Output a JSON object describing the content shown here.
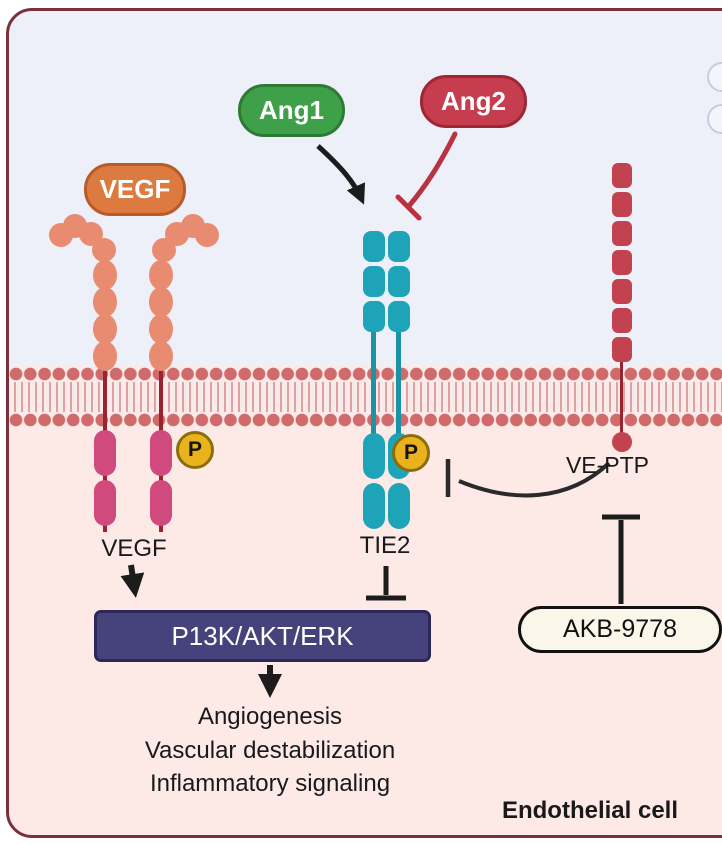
{
  "ligands": {
    "vegf": "VEGF",
    "ang1": "Ang1",
    "ang2": "Ang2"
  },
  "receptors": {
    "vegfr_label": "VEGF",
    "tie2_label": "TIE2",
    "veptp_label": "VE-PTP"
  },
  "phospho_letter": "P",
  "drug_label": "AKB-9778",
  "signal_box_label": "P13K/AKT/ERK",
  "outputs": {
    "line1": "Angiogenesis",
    "line2": "Vascular destabilization",
    "line3": "Inflammatory signaling"
  },
  "cell_label": "Endothelial cell",
  "colors": {
    "extracellular_bg": "#edeff9",
    "intracellular_bg": "#fdeae6",
    "membrane_dot": "#d16a6a",
    "frame_border": "#7a313b",
    "vegf_pill": "#dc7a40",
    "ang1_pill": "#3fa04a",
    "ang2_pill": "#c53d4e",
    "tie2": "#1da4b8",
    "vegfr_extracellular": "#e98b70",
    "vegfr_intracellular": "#d04a7d",
    "veptp": "#c2424f",
    "phospho": "#eab31e",
    "signal_box": "#46427b",
    "akb_pill_bg": "#fbf6ea",
    "inhibit_red": "#b93240",
    "arrow_black": "#1c1c1c"
  }
}
